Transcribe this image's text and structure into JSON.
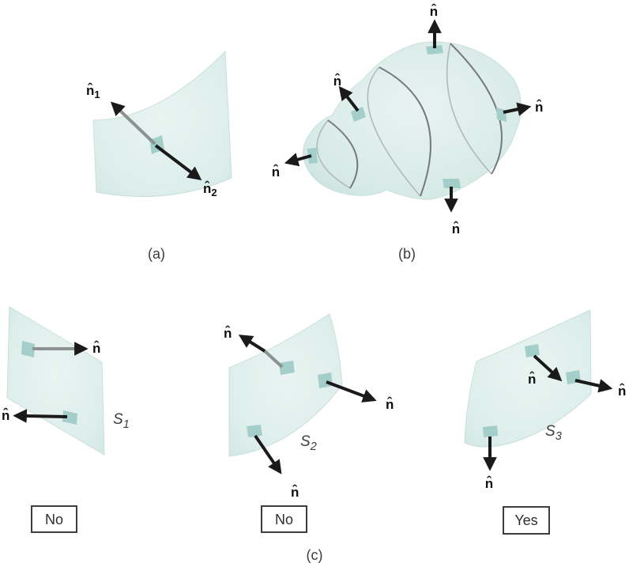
{
  "panels": {
    "a": {
      "caption": "(a)",
      "normal_labels": {
        "base": "n̂",
        "sub1": "1",
        "sub2": "2"
      }
    },
    "b": {
      "caption": "(b)",
      "normal_label": "n̂"
    },
    "c": {
      "caption": "(c)",
      "surfaces": [
        {
          "label_base": "S",
          "label_sub": "1",
          "normal_label": "n̂",
          "answer": "No"
        },
        {
          "label_base": "S",
          "label_sub": "2",
          "normal_label": "n̂",
          "answer": "No"
        },
        {
          "label_base": "S",
          "label_sub": "3",
          "normal_label": "n̂",
          "answer": "Yes"
        }
      ]
    }
  },
  "colors": {
    "surface_fill": "#d8eae7",
    "surface_highlight": "#e9f4f1",
    "surface_edge": "#c8dfdb",
    "patch_fill": "#a3ceca",
    "arrow_black": "#1a1a1a",
    "arrow_back_gray": "#8c9191",
    "curve_dark": "#767a7a",
    "curve_light": "#b3b9b9",
    "box_border": "#3d3d3d",
    "text_dark": "#111111"
  }
}
